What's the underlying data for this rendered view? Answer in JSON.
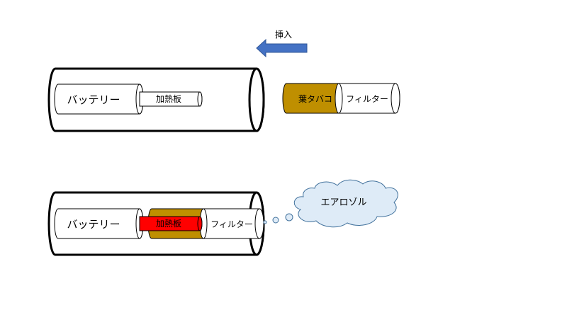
{
  "insert_arrow": {
    "label": "挿入",
    "color": "#4472C4"
  },
  "top_device": {
    "battery_label": "バッテリー",
    "heater_label": "加熱板"
  },
  "stick": {
    "tobacco_label": "葉タバコ",
    "filter_label": "フィルター",
    "tobacco_color": "#BF8F00"
  },
  "bottom_device": {
    "battery_label": "バッテリー",
    "heater_label": "加熱板",
    "heater_color": "#FF0000",
    "tobacco_color": "#BF8F00",
    "filter_label": "フィルター"
  },
  "aerosol": {
    "label": "エアロゾル",
    "cloud_color": "#DEEBF7",
    "outline_color": "#41719C"
  }
}
